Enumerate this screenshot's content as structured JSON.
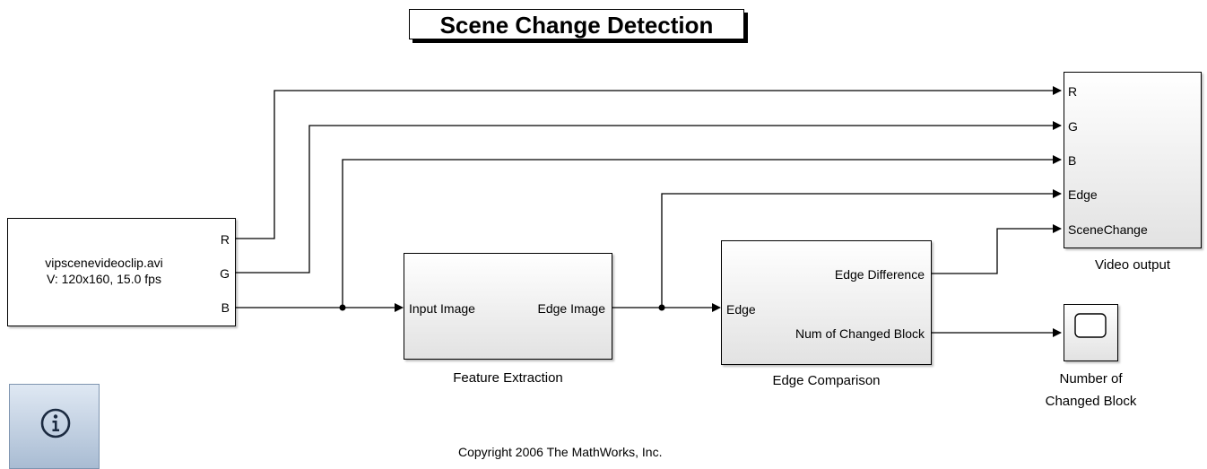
{
  "title": "Scene Change Detection",
  "source_block": {
    "line1": "vipscenevideoclip.avi",
    "line2": "V: 120x160, 15.0 fps",
    "ports": [
      "R",
      "G",
      "B"
    ]
  },
  "feature_extraction": {
    "name": "Feature Extraction",
    "input_port": "Input Image",
    "output_port": "Edge Image"
  },
  "edge_comparison": {
    "name": "Edge Comparison",
    "input_port": "Edge",
    "output_ports": [
      "Edge Difference",
      "Num of Changed Block"
    ]
  },
  "video_output": {
    "name": "Video output",
    "ports": [
      "R",
      "G",
      "B",
      "Edge",
      "SceneChange"
    ]
  },
  "scope": {
    "name_line1": "Number of",
    "name_line2": "Changed Block",
    "icon": "scope-icon"
  },
  "info_button": {
    "icon": "info-icon"
  },
  "copyright": "Copyright 2006 The MathWorks, Inc.",
  "colors": {
    "wire": "#000000",
    "block_top": "#ffffff",
    "block_bottom": "#e2e2e2",
    "info_bg": "#b9c9dc"
  }
}
